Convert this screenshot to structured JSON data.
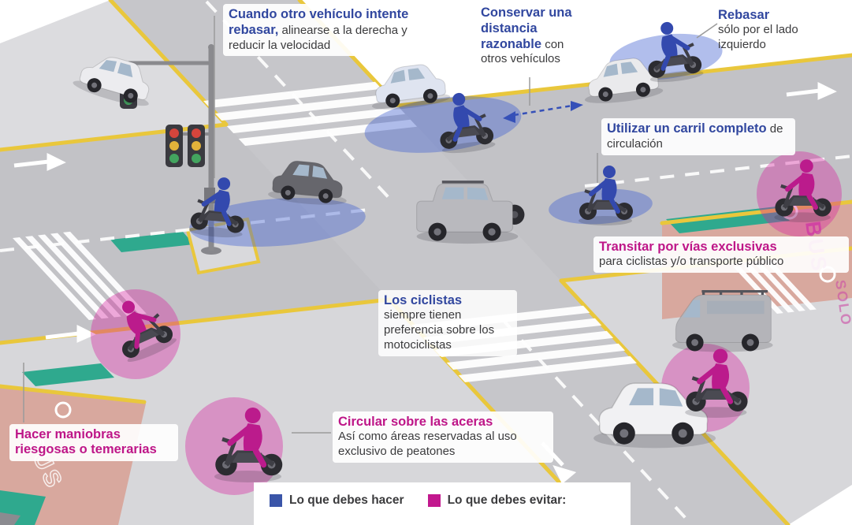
{
  "colors": {
    "do_blue": "#31479f",
    "avoid_magenta": "#be1688",
    "legend_do_square": "#3a55a8",
    "legend_avoid_square": "#c2188e",
    "curb_yellow": "#e9c73c",
    "road_gray": "#c2c2c6",
    "median_green": "#2fa98e",
    "bus_lane_salmon": "#d8a89e"
  },
  "annotations": {
    "align_when_overtaken": {
      "lead": "Cuando otro vehículo intente rebasar,",
      "body": "alinearse a la derecha y reducir la velocidad"
    },
    "keep_distance": {
      "lead": "Conservar una distancia razonable",
      "body": "con otros vehículos"
    },
    "overtake_left": {
      "lead": "Rebasar",
      "body": "sólo por el lado izquierdo"
    },
    "full_lane": {
      "lead": "Utilizar un carril completo",
      "body": "de circulación"
    },
    "exclusive_lanes": {
      "lead": "Transitar por vías exclusivas",
      "body": "para ciclistas y/o transporte público"
    },
    "cyclists_priority": {
      "lead": "Los ciclistas",
      "body": "siempre tienen preferencia sobre los motociclistas"
    },
    "no_sidewalks": {
      "lead": "Circular sobre las aceras",
      "body": "Así como áreas reservadas al uso exclusivo de peatones"
    },
    "no_risky_maneuvers": {
      "lead": "Hacer maniobras riesgosas o temerarias",
      "body": ""
    }
  },
  "legend": {
    "do_label": "Lo que debes hacer",
    "avoid_label": "Lo que debes evitar:"
  },
  "road_markings": {
    "bus": "BUS",
    "solo": "SOLO"
  }
}
